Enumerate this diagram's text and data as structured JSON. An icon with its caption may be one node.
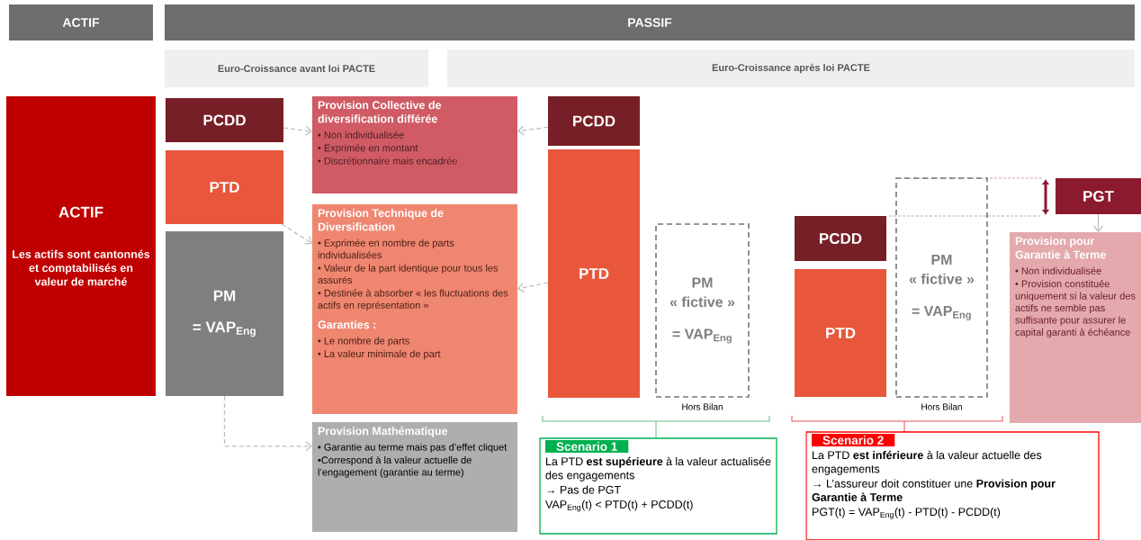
{
  "diagram": {
    "nodes": [
      {
        "text": [
          "ACTIF"
        ]
      },
      {
        "text": [
          "PASSIF"
        ]
      },
      {
        "text": [
          "Euro-Croissance  avant loi PACTE"
        ]
      },
      {
        "text": [
          "Euro-Croissance  après loi PACTE"
        ]
      },
      {
        "text": [
          "ACTIF",
          "Les actifs sont cantonnés et comptabilisés en valeur de marché"
        ]
      },
      {
        "text": [
          "PCDD"
        ]
      },
      {
        "text": [
          "PTD"
        ]
      },
      {
        "text": [
          "PM",
          "= VAP$_{Eng}$"
        ]
      },
      {
        "text": [
          "Provision Collective de diversification différée",
          "• Non individualisée",
          "• Exprimée en montant",
          "• Discrétionnaire mais encadrée"
        ]
      },
      {
        "text": [
          "Provision Technique de Diversification",
          "• Exprimée en nombre de parts individualisées",
          "• Valeur de la part identique pour tous les assurés",
          "• Destinée à absorber « les fluctuations des actifs en représentation »",
          "Garanties :",
          "• Le nombre de parts",
          "• La valeur minimale de part"
        ]
      },
      {
        "text": [
          "Provision Mathématique",
          "• Garantie au terme mais pas d’effet cliquet",
          "•Correspond à la valeur actuelle de l’engagement (garantie au terme)"
        ]
      },
      {
        "text": [
          "PCDD"
        ]
      },
      {
        "text": [
          "PTD"
        ]
      },
      {
        "text": [
          "PM",
          "« fictive »",
          "= VAP$_{Eng}$"
        ],
        "beside": [
          "Hors Bilan"
        ]
      },
      {
        "text": [
          "PCDD"
        ]
      },
      {
        "text": [
          "PTD"
        ]
      },
      {
        "text": [
          "PM",
          "« fictive »",
          "= VAP$_{Eng}$"
        ],
        "beside": [
          "Hors Bilan"
        ]
      },
      {
        "text": [
          "PGT"
        ]
      },
      {
        "text": [
          "Provision pour Garantie à Terme",
          "• Non individualisée",
          "• Provision constituée uniquement si la valeur des actifs ne semble pas suffisante pour assurer le capital garanti à échéance"
        ]
      },
      {
        "text": [
          "Scenario 1",
          "La PTD **est supérieure** à la valeur actualisée des engagements",
          "→ Pas de PGT",
          "VAP$_{Eng}$(t)  < PTD(t) + PCDD(t)"
        ]
      },
      {
        "text": [
          "Scenario 2",
          "La PTD **est inférieure** à la valeur actuelle des engagements",
          "→ L’assureur doit constituer une **Provision pour Garantie à Terme**",
          "PGT(t) = VAP$_{Eng}$(t)  - PTD(t) - PCDD(t)"
        ]
      }
    ],
    "edges": [
      {
        "from": 5,
        "to": 8,
        "arrow": "to",
        "style": "dashed"
      },
      {
        "from": 6,
        "to": 9,
        "arrow": "to",
        "style": "dashed"
      },
      {
        "from": 7,
        "to": 10,
        "arrow": "to",
        "style": "dashed"
      },
      {
        "from": 11,
        "to": 8,
        "arrow": "to",
        "style": "dashed"
      },
      {
        "from": 12,
        "to": 9,
        "arrow": "to",
        "style": "dashed"
      },
      {
        "from": 17,
        "to": 18,
        "arrow": "to"
      }
    ]
  }
}
